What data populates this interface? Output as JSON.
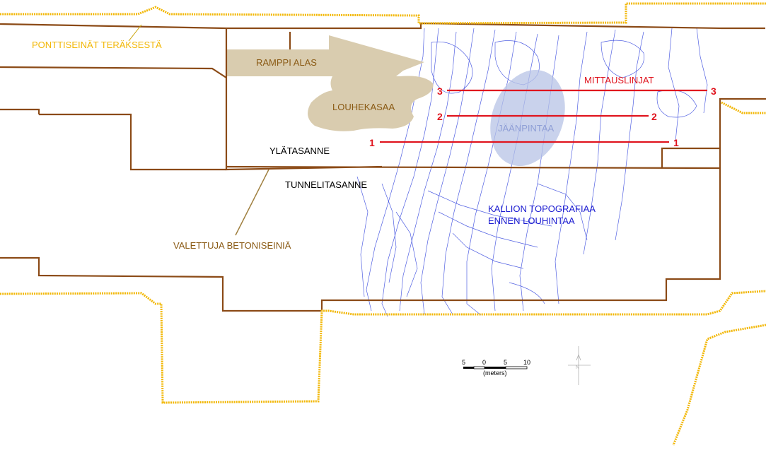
{
  "labels": {
    "sheet_piles": "PONTTISEINÄT TERÄKSESTÄ",
    "ramp": "RAMPPI ALAS",
    "rock_pile": "LOUHEKASAA",
    "upper_level": "YLÄTASANNE",
    "tunnel_level": "TUNNELITASANNE",
    "cast_walls": "VALETTUJA BETONISEINIÄ",
    "ice_surface": "JÄÄNPINTAA",
    "measurement_lines": "MITTAUSLINJAT",
    "topo_line1": "KALLION TOPOGRAFIAA",
    "topo_line2": "ENNEN LOUHINTAA"
  },
  "measurement_lines": [
    {
      "id": "3",
      "left_label": "3",
      "right_label": "3"
    },
    {
      "id": "2",
      "left_label": "2",
      "right_label": "2"
    },
    {
      "id": "1",
      "left_label": "1",
      "right_label": "1"
    }
  ],
  "scale_bar": {
    "ticks": [
      "5",
      "0",
      "5",
      "10"
    ],
    "unit": "(meters)"
  },
  "colors": {
    "steel_wall": "#f2b705",
    "concrete_wall": "#8b4a16",
    "ramp_fill": "#d9ccaf",
    "label_brown": "#8a5a14",
    "contour": "#3344dd",
    "measure_red": "#e0141e",
    "ice_fill": "#b7c3e6",
    "ice_text": "#8f9fd6",
    "topo_text": "#1a1ad0"
  }
}
